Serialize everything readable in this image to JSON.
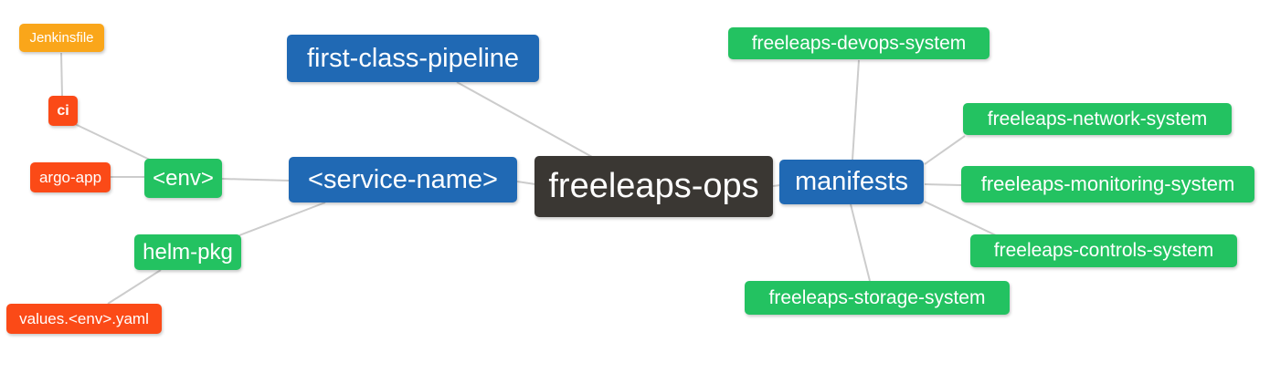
{
  "mindmap": {
    "title": "freeleaps-ops",
    "colors": {
      "root_bg": "#3a3733",
      "branch_blue": "#2069b4",
      "leaf_green": "#23c261",
      "leaf_red_orange": "#fb4a17",
      "leaf_orange": "#faa61a",
      "edge": "#cccccc",
      "text": "#ffffff",
      "background": "#ffffff"
    },
    "nodes": {
      "root": "freeleaps-ops",
      "first_class_pipeline": "first-class-pipeline",
      "service_name": "<service-name>",
      "manifests": "manifests",
      "env": "<env>",
      "helm_pkg": "helm-pkg",
      "ci": "ci",
      "argo_app": "argo-app",
      "jenkinsfile": "Jenkinsfile",
      "values_env_yaml": "values.<env>.yaml",
      "devops_system": "freeleaps-devops-system",
      "network_system": "freeleaps-network-system",
      "monitoring_system": "freeleaps-monitoring-system",
      "controls_system": "freeleaps-controls-system",
      "storage_system": "freeleaps-storage-system"
    }
  }
}
